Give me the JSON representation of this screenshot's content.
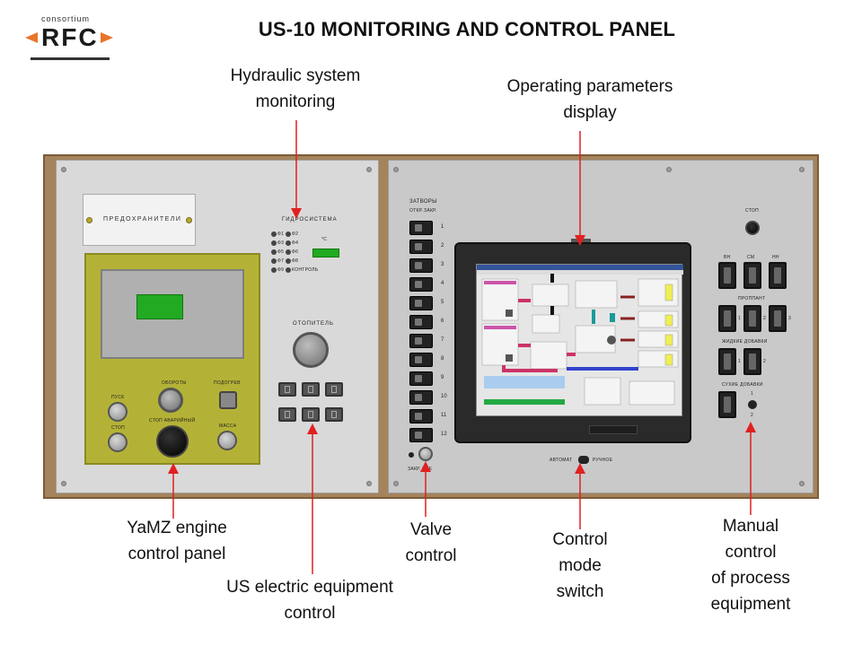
{
  "logo": {
    "consortium": "consortium",
    "brand": "RFC"
  },
  "title": "US-10 MONITORING AND CONTROL PANEL",
  "callouts": {
    "hydraulic": [
      "Hydraulic system",
      "monitoring"
    ],
    "operating": [
      "Operating parameters",
      "display"
    ],
    "yamz": [
      "YaMZ engine",
      "control panel"
    ],
    "electric": [
      "US electric equipment",
      "control"
    ],
    "valve": [
      "Valve",
      "control"
    ],
    "mode": [
      "Control",
      "mode",
      "switch"
    ],
    "manual": [
      "Manual",
      "control",
      "of process",
      "equipment"
    ]
  },
  "panel_labels": {
    "fuses": "ПРЕДОХРАНИТЕЛИ",
    "hydraulics": "ГИДРОСИСТЕМА",
    "celsius": "°C",
    "heater": "ОТОПИТЕЛЬ",
    "rpm": "ОБОРОТЫ",
    "preheat": "ПОДОГРЕВ",
    "start": "ПУСК",
    "stop": "СТОП",
    "estop": "СТОП АВАРИЙНЫЙ",
    "mass": "МАССА",
    "gates": "ЗАТВОРЫ",
    "open": "ОТКР.",
    "close": "ЗАКР.",
    "close_all": "ЗАКР. ВСЕ",
    "auto": "АВТОМАТ",
    "manual_mode": "РУЧНОЕ",
    "stop_right": "СТОП",
    "vn": "ВН",
    "sm": "СМ",
    "nn": "НН",
    "proppant": "ПРОППАНТ",
    "liquid_add": "ЖИДКИЕ ДОБАВКИ",
    "dry_add": "СУХИЕ ДОБАВКИ",
    "control_label": "КОНТРОЛЬ"
  },
  "hyd_leds": [
    "Ф1",
    "Ф2",
    "Ф3",
    "Ф4",
    "Ф5",
    "Ф6",
    "Ф7",
    "Ф8",
    "Ф9"
  ],
  "valve_numbers": [
    "1",
    "2",
    "3",
    "4",
    "5",
    "6",
    "7",
    "8",
    "9",
    "10",
    "11",
    "12"
  ],
  "numbers_1_2_3": [
    "1",
    "2",
    "3"
  ],
  "colors": {
    "arrow": "#e02020",
    "frame": "#a5845c",
    "yamz_panel": "#b4b236",
    "lcd": "#22aa22",
    "logo_accent": "#e8752a"
  }
}
